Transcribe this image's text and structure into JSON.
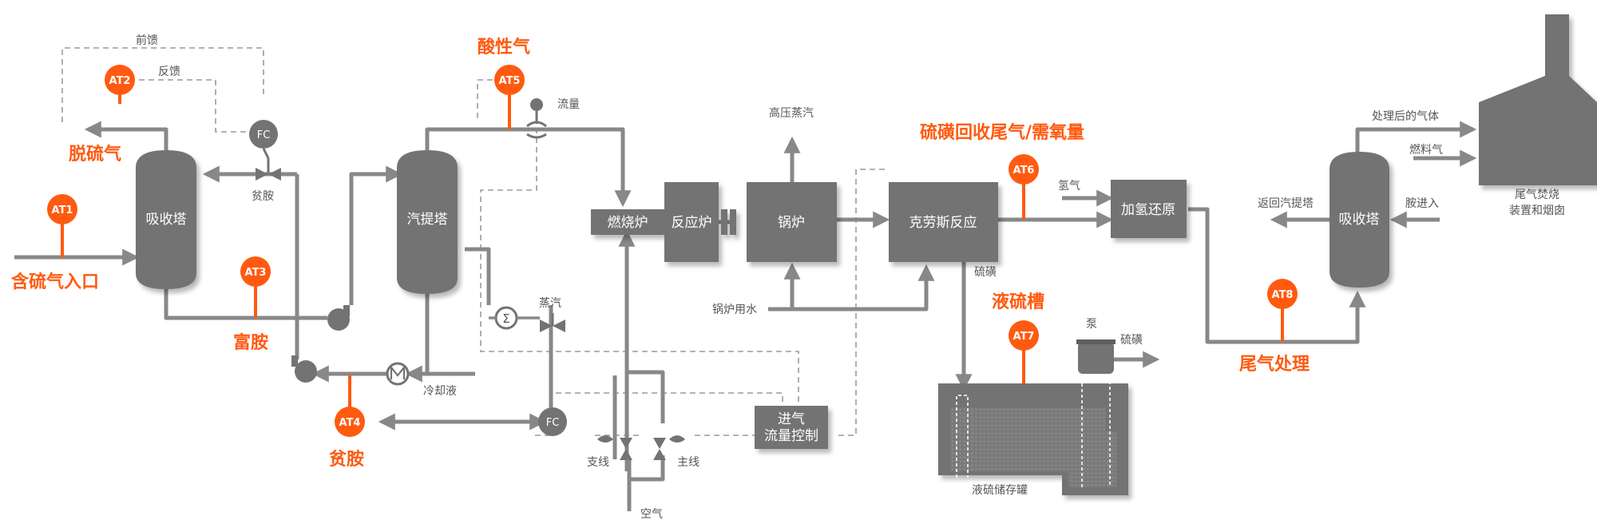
{
  "units": {
    "absorber1": "吸收塔",
    "stripper": "汽提塔",
    "burner": "燃烧炉",
    "reactor": "反应炉",
    "boiler": "锅炉",
    "claus": "克劳斯反应",
    "hydro": "加氢还原",
    "absorber2": "吸收塔",
    "incinerator_line1": "尾气焚烧",
    "incinerator_line2": "装置和烟囱",
    "inlet_ctrl_line1": "进气",
    "inlet_ctrl_line2": "流量控制",
    "sulfur_tank": "液硫储存罐"
  },
  "analyzers": [
    "AT1",
    "AT2",
    "AT3",
    "AT4",
    "AT5",
    "AT6",
    "AT7",
    "AT8"
  ],
  "controllers": {
    "fc1": "FC",
    "fc2": "FC"
  },
  "callouts": {
    "inlet": "含硫气入口",
    "sweet_gas": "脱硫气",
    "rich_amine": "富胺",
    "lean_amine": "贫胺",
    "acid_gas": "酸性气",
    "tail_o2": "硫磺回收尾气/需氧量",
    "sulfur_pit": "液硫槽",
    "tail_treat": "尾气处理"
  },
  "labels": {
    "feedforward": "前馈",
    "feedback": "反馈",
    "lean_amine_small": "贫胺",
    "flow": "流量",
    "hp_steam": "高压蒸汽",
    "steam": "蒸汽",
    "coolant": "冷却液",
    "boiler_water": "锅炉用水",
    "sulfur": "硫磺",
    "hydrogen": "氢气",
    "return_stripper": "返回汽提塔",
    "amine_in": "胺进入",
    "treated_gas": "处理后的气体",
    "fuel_gas": "燃料气",
    "pump": "泵",
    "sulfur_out": "硫磺",
    "branch": "支线",
    "main": "主线",
    "air": "空气",
    "sigma": "Σ"
  },
  "colors": {
    "accent": "#ff5a10",
    "equipment": "#737373",
    "pipe": "#888888",
    "text": "#555555"
  }
}
